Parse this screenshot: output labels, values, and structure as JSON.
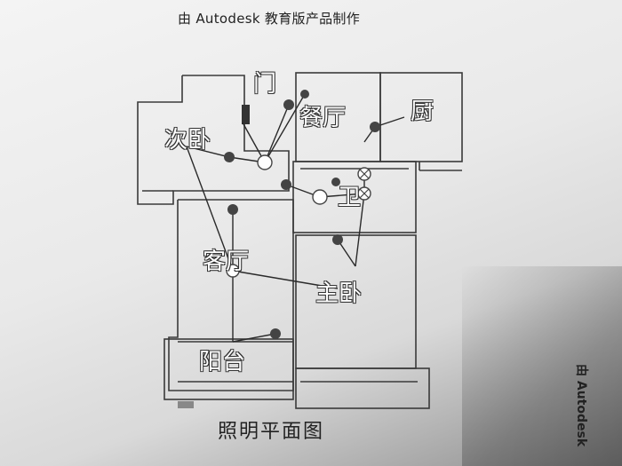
{
  "header": {
    "watermark": "由 Autodesk 教育版产品制作"
  },
  "side_watermark": "由 Autodesk",
  "caption": "照明平面图",
  "rooms": {
    "men": "门",
    "canting": "餐厅",
    "chu": "厨",
    "ciwo": "次卧",
    "wei": "卫",
    "keting": "客厅",
    "zhuwo": "主卧",
    "yangtai": "阳台"
  },
  "colors": {
    "wall": "#3a3a3a",
    "fixture": "#444444",
    "wire": "#2a2a2a"
  }
}
